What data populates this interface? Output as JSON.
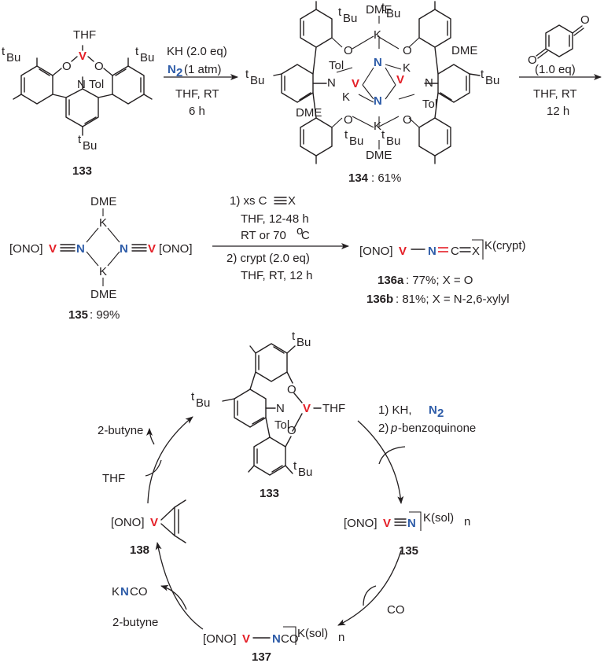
{
  "labels": {
    "tbu": "Bu",
    "tbu_sup": "t",
    "thf": "THF",
    "tol": "Tol",
    "dme": "DME",
    "k": "K",
    "v": "V",
    "n": "N",
    "o": "O",
    "ono": "[ONO]",
    "k_sol": "K(sol)",
    "sol_sub": "n",
    "k_crypt": "K(crypt)"
  },
  "step1": {
    "reagent_1": "KH (2.0 eq)",
    "reagent_2_n": "N",
    "reagent_2_sub": "2",
    "reagent_2_rest": "(1 atm)",
    "solvent": "THF, RT",
    "time": "6 h"
  },
  "step2": {
    "reagent": "(1.0 eq)",
    "solvent": "THF, RT",
    "time": "12 h"
  },
  "step3": {
    "line1_prefix": "1) xs C",
    "line1_suffix": "X",
    "line2": "THF, 12-48 h",
    "line3_prefix": "RT or 70 ",
    "line3_sup": "o",
    "line3_suffix": "C",
    "line4": "2) crypt (2.0 eq)",
    "line5": "THF, RT, 12 h"
  },
  "compounds": {
    "c133": "133",
    "c134": "134",
    "c134_yield": ": 61%",
    "c135": "135",
    "c135_yield": ": 99%",
    "c136a": "136a",
    "c136a_text": ": 77%; X = O",
    "c136b": "136b",
    "c136b_text": ": 81%; X = N-2,6-xylyl",
    "c137": "137",
    "c138": "138"
  },
  "cycle": {
    "step1_prefix": "1) KH, ",
    "step1_n": "N",
    "step1_sub": "2",
    "step2_prefix": "2) ",
    "step2_italic": "p",
    "step2_rest": "-benzoquinone",
    "co": "CO",
    "butyne_in": "2-butyne",
    "butyne_out": "2-butyne",
    "thf_in": "THF",
    "kn": "K",
    "kn_n": "N",
    "kn_co": "CO",
    "x_label": "X",
    "c_label": "C",
    "co_label": "CO"
  },
  "colors": {
    "vanadium": "#e41e26",
    "nitrogen": "#2e5ca8",
    "ink": "#231f20"
  }
}
